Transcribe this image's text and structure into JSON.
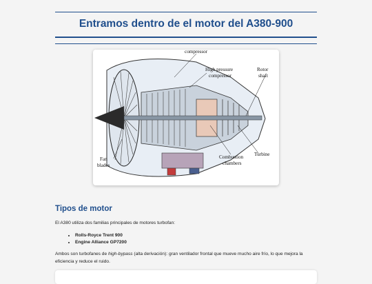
{
  "page": {
    "title": "Entramos dentro de el motor del A380-900"
  },
  "figure": {
    "labels": {
      "compressor": "compressor",
      "hp_line1": "High pressure",
      "hp_line2": "compressor",
      "rotor_line1": "Rotor",
      "rotor_line2": "shaft",
      "turbine": "Turbine",
      "combustion_line1": "Combustion",
      "combustion_line2": "chambers",
      "fan_line1": "Fan",
      "fan_line2": "blades"
    }
  },
  "section": {
    "heading": "Tipos de motor",
    "intro": "El A380 utiliza dos familias principales de motores turbofan:",
    "engines": [
      "Rolls-Royce Trent 900",
      "Engine Alliance GP7200"
    ],
    "body_prefix": "Ambos son turbofanes de ",
    "body_emphasis": "high-bypass",
    "body_suffix": " (alta derivación): gran ventilador frontal que mueve mucho aire frío, lo que mejora la eficiencia y reduce el ruido."
  }
}
